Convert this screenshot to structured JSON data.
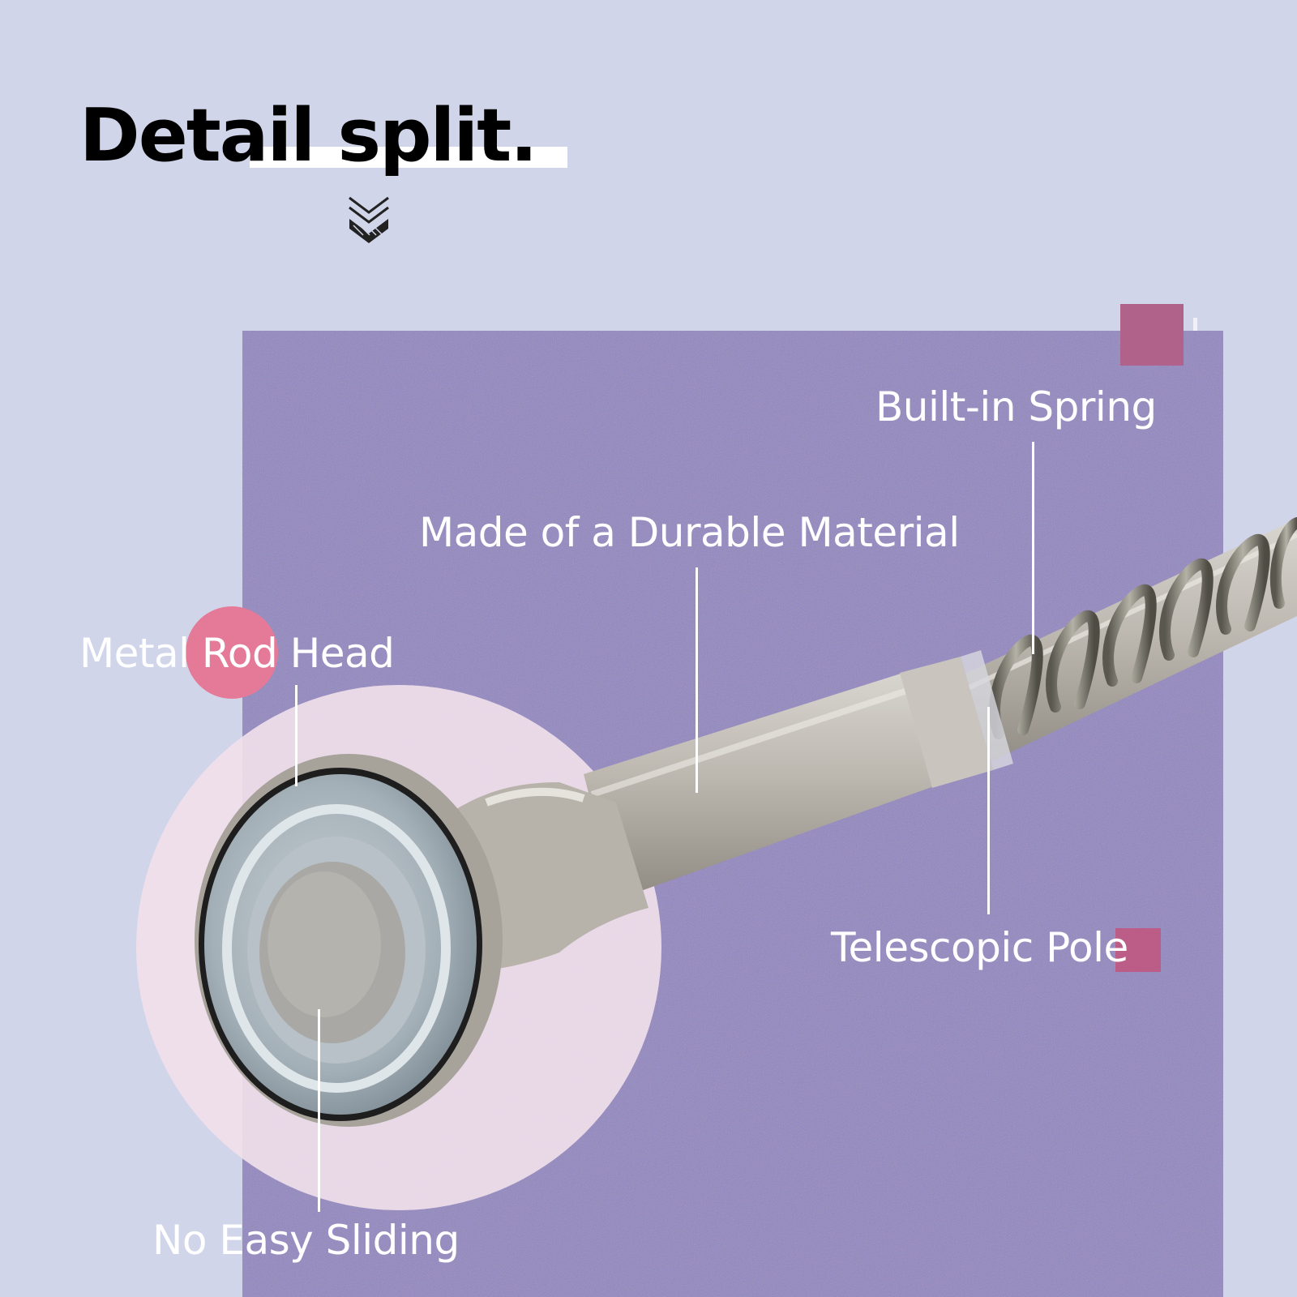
{
  "header": {
    "title": "Detail split."
  },
  "icons": {
    "chevron": "double-chevron-down-icon"
  },
  "labels": {
    "spring": "Built-in Spring",
    "durable": "Made of a Durable Material",
    "head": "Metal Rod Head",
    "pole": "Telescopic Pole",
    "sliding": "No Easy Sliding"
  },
  "colors": {
    "background": "#d1d5ea",
    "panel": "#8a80b8",
    "accent_pink": "#e57a98",
    "accent_magenta": "#b0628a",
    "circle": "#f0dfea",
    "text": "#ffffff"
  }
}
